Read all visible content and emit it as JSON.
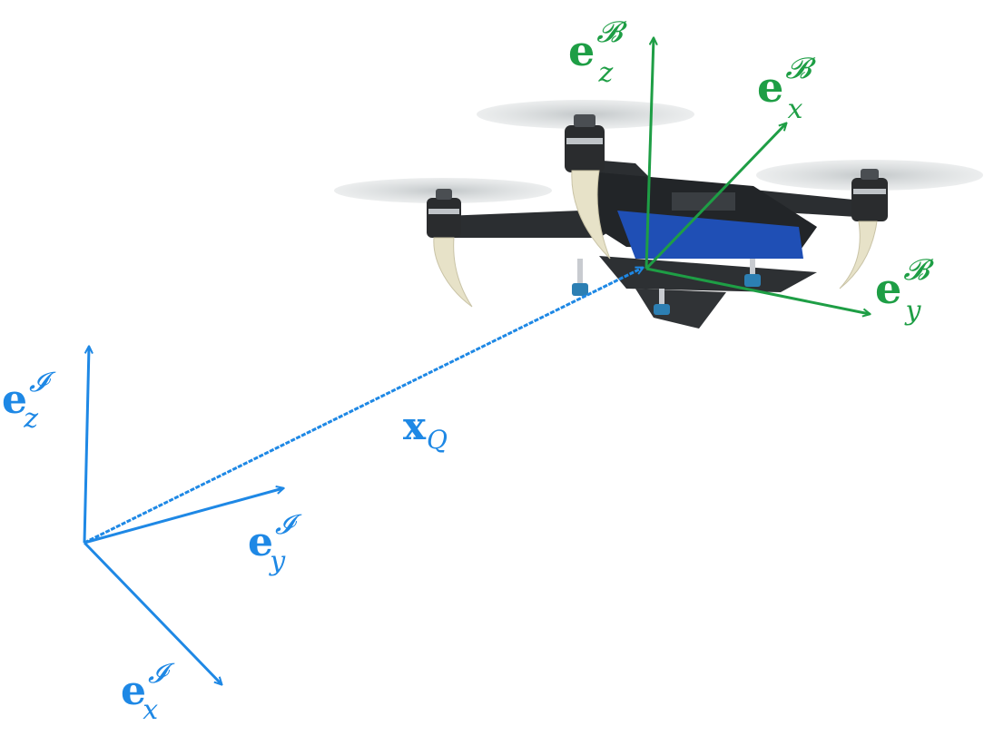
{
  "colors": {
    "inertial": "#1e88e5",
    "body": "#1e9e45",
    "frame_dark": "#26292c",
    "frame_blue": "#1f4fb5",
    "leg_ivory": "#e7e2c8",
    "rotor_disk": "#c9cdcf"
  },
  "labels": {
    "inertial_z": {
      "base": "e",
      "sub": "z",
      "sup": "𝓘"
    },
    "inertial_y": {
      "base": "e",
      "sub": "y",
      "sup": "𝓘"
    },
    "inertial_x": {
      "base": "e",
      "sub": "x",
      "sup": "𝓘"
    },
    "position": {
      "base": "x",
      "sub": "Q"
    },
    "body_z": {
      "base": "e",
      "sub": "z",
      "sup": "𝓑"
    },
    "body_x": {
      "base": "e",
      "sub": "x",
      "sup": "𝓑"
    },
    "body_y": {
      "base": "e",
      "sub": "y",
      "sup": "𝓑"
    }
  },
  "icons": {
    "vehicle": "quadrotor-drone-icon"
  }
}
